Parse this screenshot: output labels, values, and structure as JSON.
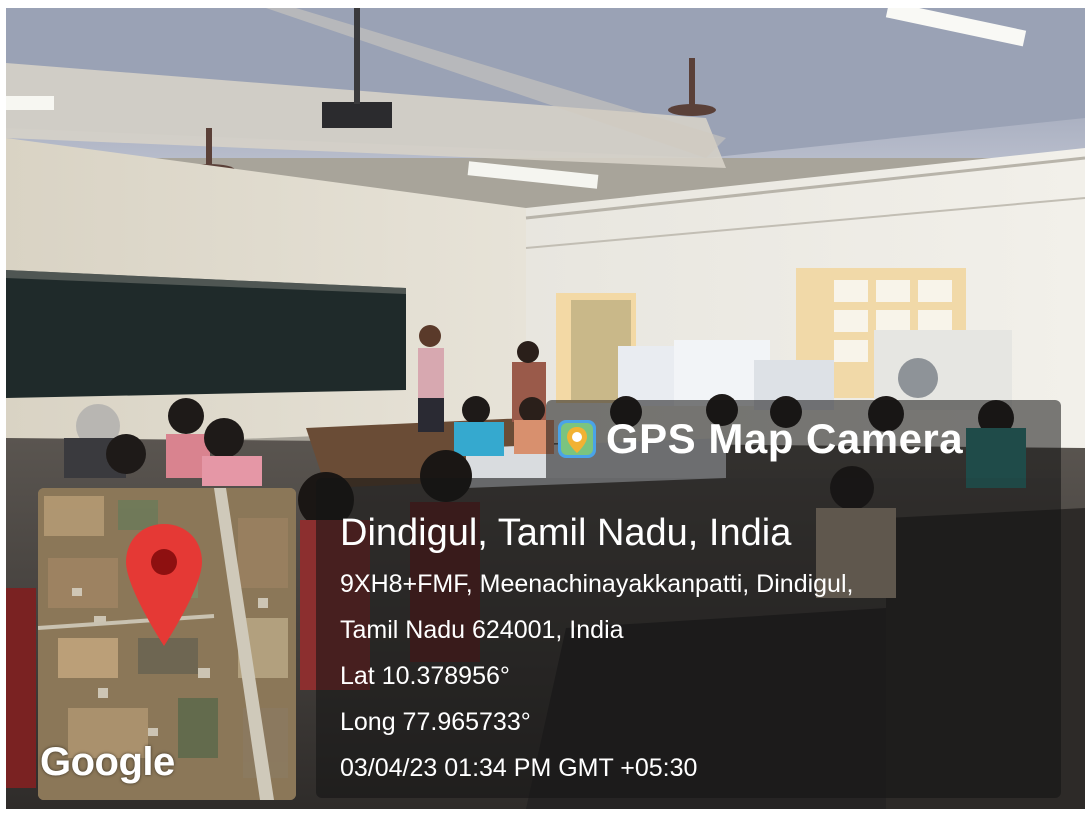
{
  "overlay": {
    "brand": "GPS Map Camera",
    "location_title": "Dindigul, Tamil Nadu, India",
    "address_line1": "9XH8+FMF, Meenachinayakkanpatti, Dindigul,",
    "address_line2": "Tamil Nadu 624001, India",
    "latitude": "Lat 10.378956°",
    "longitude": "Long 77.965733°",
    "datetime": "03/04/23 01:34 PM GMT +05:30"
  },
  "map": {
    "provider_label": "Google",
    "pin_icon": "map-pin-icon",
    "pin_color": "#e53935"
  },
  "icons": {
    "brand_icon": "gps-map-camera-icon"
  }
}
